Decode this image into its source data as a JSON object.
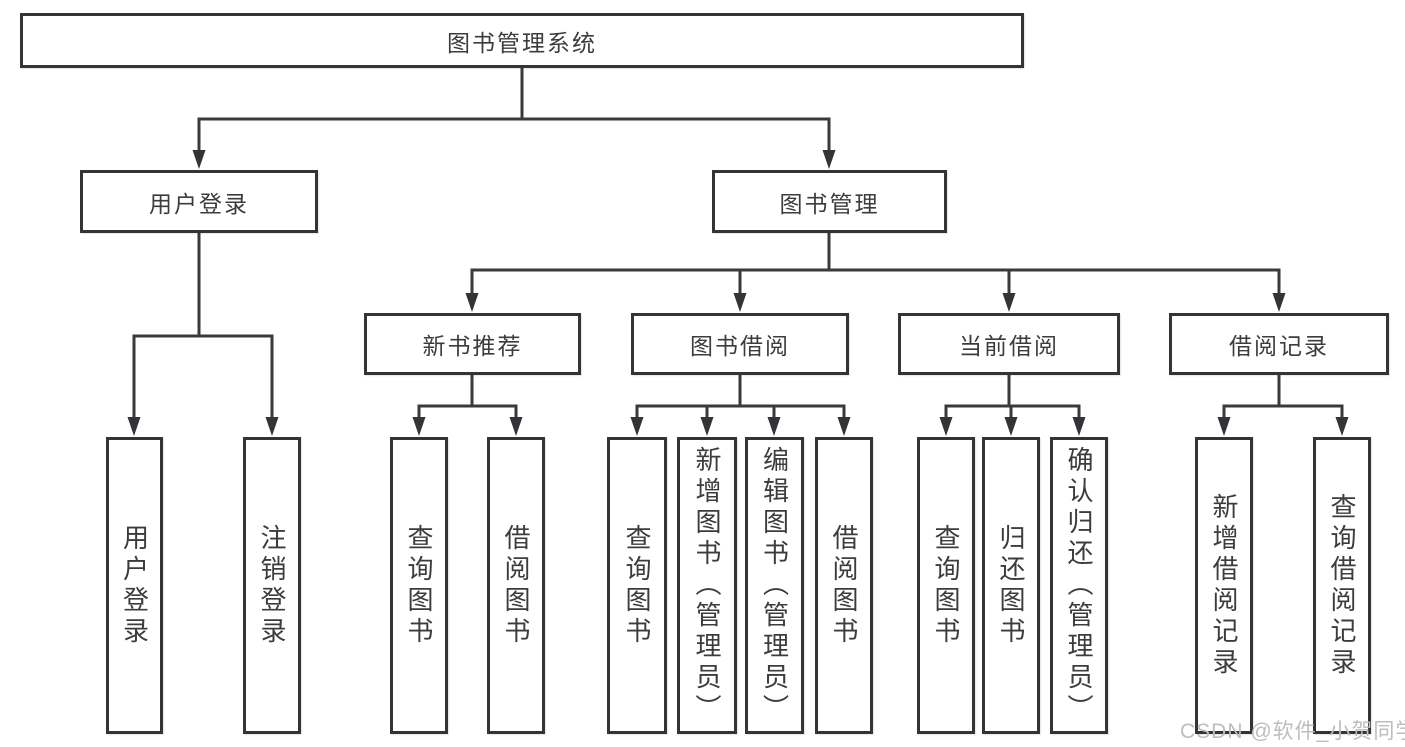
{
  "diagram": {
    "root": {
      "label": "图书管理系统"
    },
    "branches": [
      {
        "label": "用户登录",
        "children": [
          {
            "label": "用户登录"
          },
          {
            "label": "注销登录"
          }
        ]
      },
      {
        "label": "图书管理",
        "sections": [
          {
            "label": "新书推荐",
            "children": [
              {
                "label": "查询图书"
              },
              {
                "label": "借阅图书"
              }
            ]
          },
          {
            "label": "图书借阅",
            "children": [
              {
                "label": "查询图书"
              },
              {
                "label": "新增图书（管理员）"
              },
              {
                "label": "编辑图书（管理员）"
              },
              {
                "label": "借阅图书"
              }
            ]
          },
          {
            "label": "当前借阅",
            "children": [
              {
                "label": "查询图书"
              },
              {
                "label": "归还图书"
              },
              {
                "label": "确认归还（管理员）"
              }
            ]
          },
          {
            "label": "借阅记录",
            "children": [
              {
                "label": "新增借阅记录"
              },
              {
                "label": "查询借阅记录"
              }
            ]
          }
        ]
      }
    ]
  },
  "colors": {
    "line": "#3a3a3a",
    "border": "#333338",
    "text": "#3c3c3c",
    "watermark": "#bdbdbd"
  },
  "watermark": {
    "text": "CSDN @软件_小贺同学"
  }
}
